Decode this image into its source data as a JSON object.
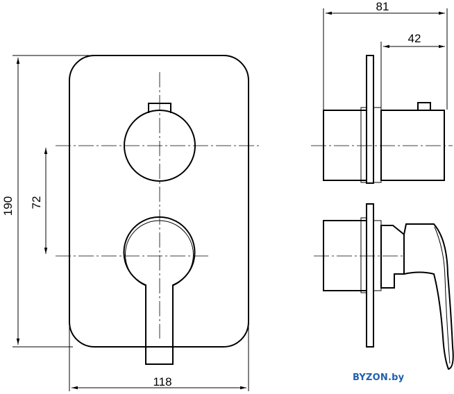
{
  "dimensions": {
    "height": "190",
    "width": "118",
    "spacing": "72",
    "depth_total": "81",
    "depth_inner": "42"
  },
  "brand": {
    "text": "BYZON.by",
    "color": "#1f5fae"
  }
}
